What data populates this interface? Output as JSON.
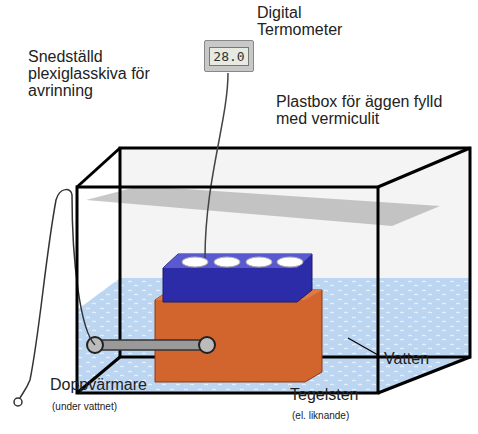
{
  "diagram": {
    "nodes": [
      {
        "text": [
          "28.0"
        ]
      }
    ],
    "labels": [
      "Digital Termometer",
      "Snedställd plexiglasskiva för avrinning",
      "Plastbox för äggen fylld med vermiculit",
      "Vatten",
      "Doppvärmare",
      "(under vattnet)",
      "Tegelsten",
      "(el. liknande)"
    ]
  }
}
